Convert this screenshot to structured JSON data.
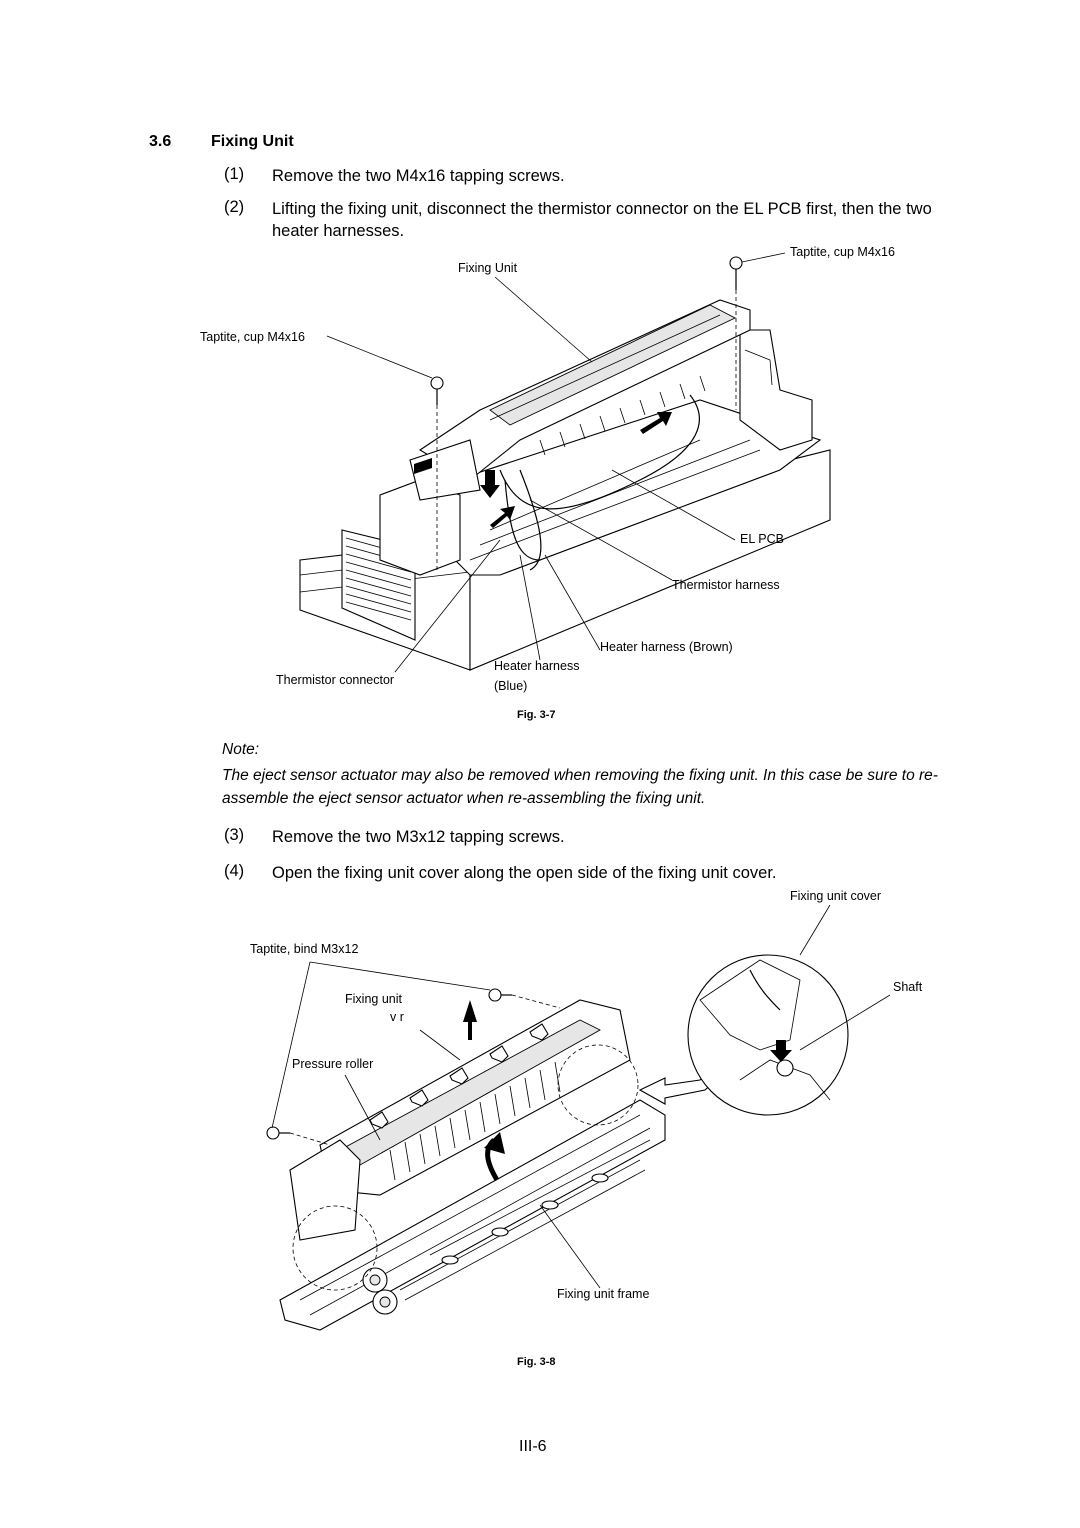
{
  "section": {
    "number": "3.6",
    "title": "Fixing Unit"
  },
  "steps": [
    {
      "num": "(1)",
      "text": "Remove the two M4x16 tapping screws."
    },
    {
      "num": "(2)",
      "text": "Lifting the fixing unit, disconnect the thermistor connector on the EL PCB first, then the two heater harnesses."
    },
    {
      "num": "(3)",
      "text": "Remove the two M3x12 tapping screws."
    },
    {
      "num": "(4)",
      "text": "Open the fixing unit cover along the open side of the fixing unit cover."
    }
  ],
  "fig37": {
    "labels": {
      "taptite_right": "Taptite, cup M4x16",
      "fixing_unit": "Fixing Unit",
      "taptite_left": "Taptite, cup M4x16",
      "el_pcb": "EL PCB",
      "thermistor_harness": "Thermistor harness",
      "heater_brown": "Heater harness (Brown)",
      "heater_blue_line1": "Heater harness",
      "heater_blue_line2": "(Blue)",
      "thermistor_connector": "Thermistor connector"
    },
    "caption": "Fig. 3-7"
  },
  "note": {
    "heading": "Note:",
    "text": "The eject sensor actuator may also be removed when removing the fixing unit.  In this case be sure to re-assemble the eject sensor actuator when re-assembling the fixing unit."
  },
  "fig38": {
    "labels": {
      "fixing_unit_cover": "Fixing unit cover",
      "taptite_bind": "Taptite, bind M3x12",
      "shaft": "Shaft",
      "fixing_unit": "Fixing unit",
      "fixing_unit_suffix": "v  r",
      "pressure_roller": "Pressure roller",
      "fixing_unit_frame": "Fixing unit frame"
    },
    "caption": "Fig. 3-8"
  },
  "page_number": "III-6"
}
